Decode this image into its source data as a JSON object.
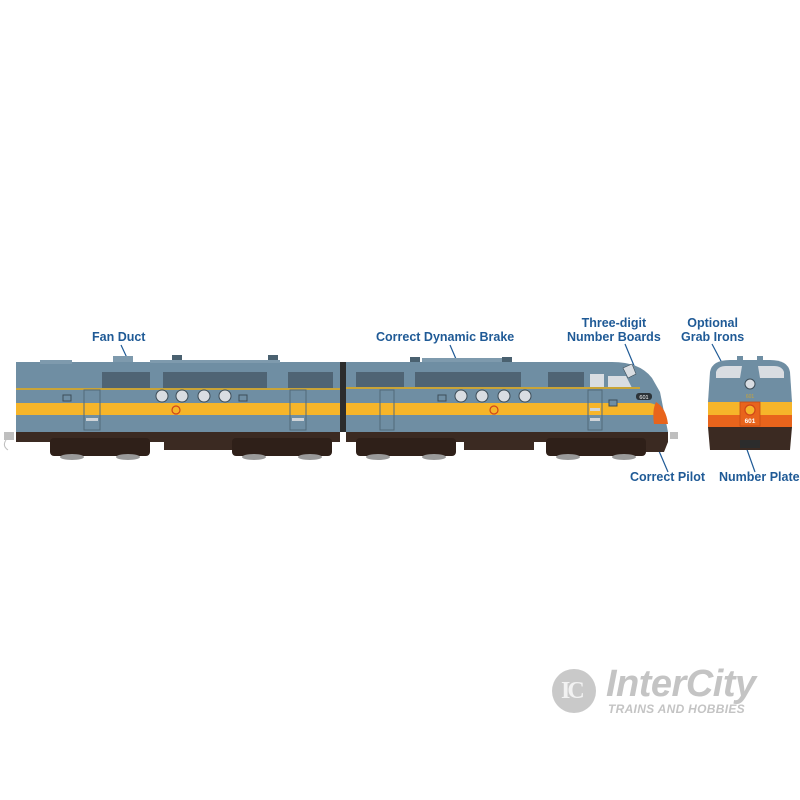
{
  "callouts": {
    "fan_duct": "Fan Duct",
    "dynamic_brake": "Correct Dynamic Brake",
    "number_boards_line1": "Three-digit",
    "number_boards_line2": "Number Boards",
    "grab_irons_line1": "Optional",
    "grab_irons_line2": "Grab Irons",
    "pilot": "Correct Pilot",
    "number_plate": "Number Plate"
  },
  "locomotive": {
    "number_board": "601",
    "number_plate": "601",
    "colors": {
      "body_gray": "#6f8ea3",
      "roof_gray": "#7e9aad",
      "stripe_yellow": "#f6b52a",
      "nose_orange": "#e8641c",
      "frame_brown": "#3b2a22",
      "wheel_gray": "#9a9a9a",
      "pinstripe": "#c9a437"
    }
  },
  "watermark": {
    "icon": "IC",
    "name": "InterCity",
    "tagline": "TRAINS AND HOBBIES"
  }
}
